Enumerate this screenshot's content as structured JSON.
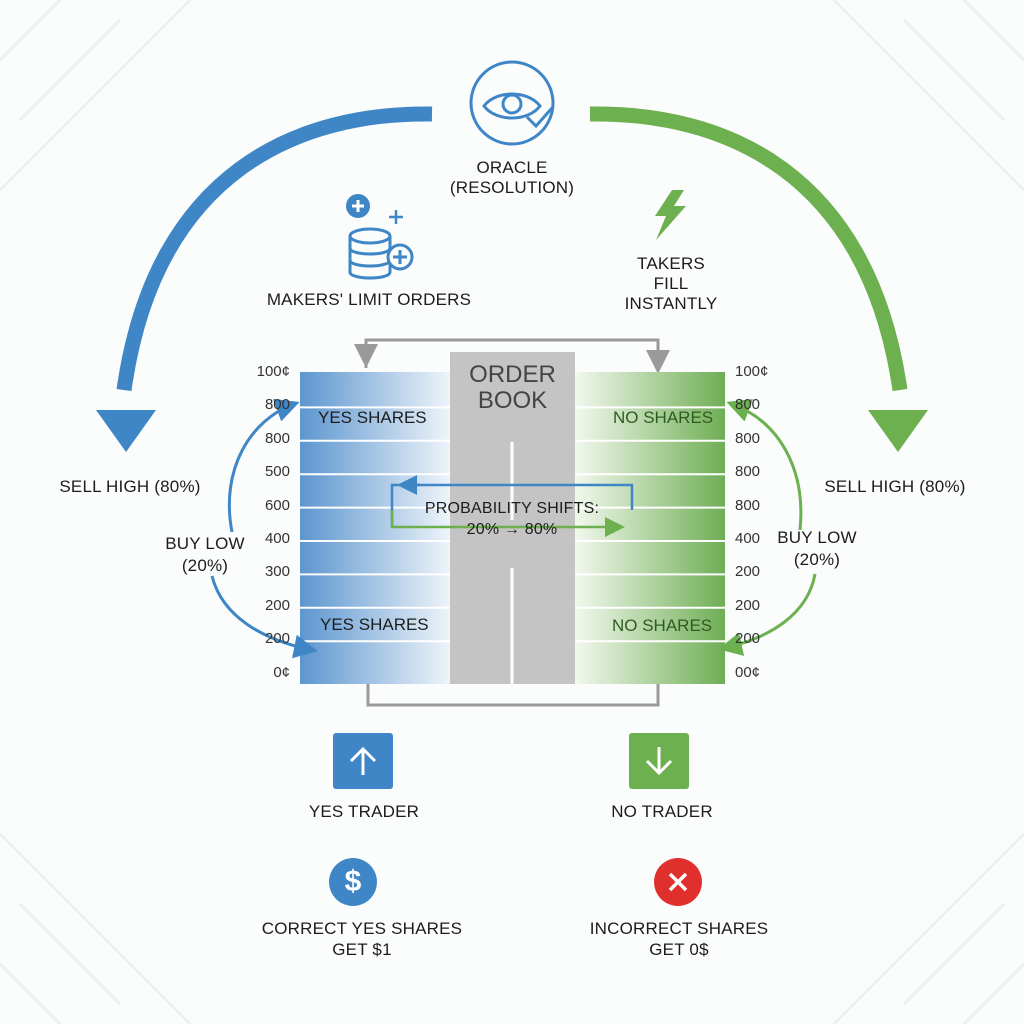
{
  "oracle": {
    "line1": "ORACLE",
    "line2": "(RESOLUTION)",
    "icon": "eye-check-icon"
  },
  "makers": {
    "label": "MAKERS' LIMIT ORDERS",
    "icon": "coin-stack-plus-icon"
  },
  "takers": {
    "line1": "TAKERS",
    "line2": "FILL",
    "line3": "INSTANTLY",
    "icon": "lightning-icon"
  },
  "order_book": {
    "title_line1": "ORDER",
    "title_line2": "BOOK",
    "yes_top": "YES SHARES",
    "yes_bottom": "YES SHARES",
    "no_top": "NO SHARES",
    "no_bottom": "NO SHARES",
    "left_ticks": [
      "100¢",
      "800",
      "800",
      "500",
      "600",
      "400",
      "300",
      "200",
      "200",
      "0¢"
    ],
    "right_ticks": [
      "100¢",
      "800",
      "800",
      "800",
      "800",
      "400",
      "200",
      "200",
      "200",
      "00¢"
    ],
    "probability_line1": "PROBABILITY SHIFTS:",
    "probability_line2": "20% → 80%"
  },
  "left_side": {
    "sell": "SELL HIGH (80%)",
    "buy_line1": "BUY LOW",
    "buy_line2": "(20%)"
  },
  "right_side": {
    "sell": "SELL HIGH (80%)",
    "buy_line1": "BUY LOW",
    "buy_line2": "(20%)"
  },
  "yes_trader": {
    "label": "YES TRADER",
    "outcome_line1": "CORRECT YES SHARES",
    "outcome_line2": "GET $1",
    "icon": "arrow-up-icon",
    "outcome_icon": "dollar-icon"
  },
  "no_trader": {
    "label": "NO TRADER",
    "outcome_line1": "INCORRECT SHARES",
    "outcome_line2": "GET 0$",
    "icon": "arrow-down-icon",
    "outcome_icon": "x-icon"
  },
  "colors": {
    "yes": "#3f86c6",
    "no": "#6cb04f",
    "book": "#c4c4c4",
    "loss": "#e0302e"
  }
}
